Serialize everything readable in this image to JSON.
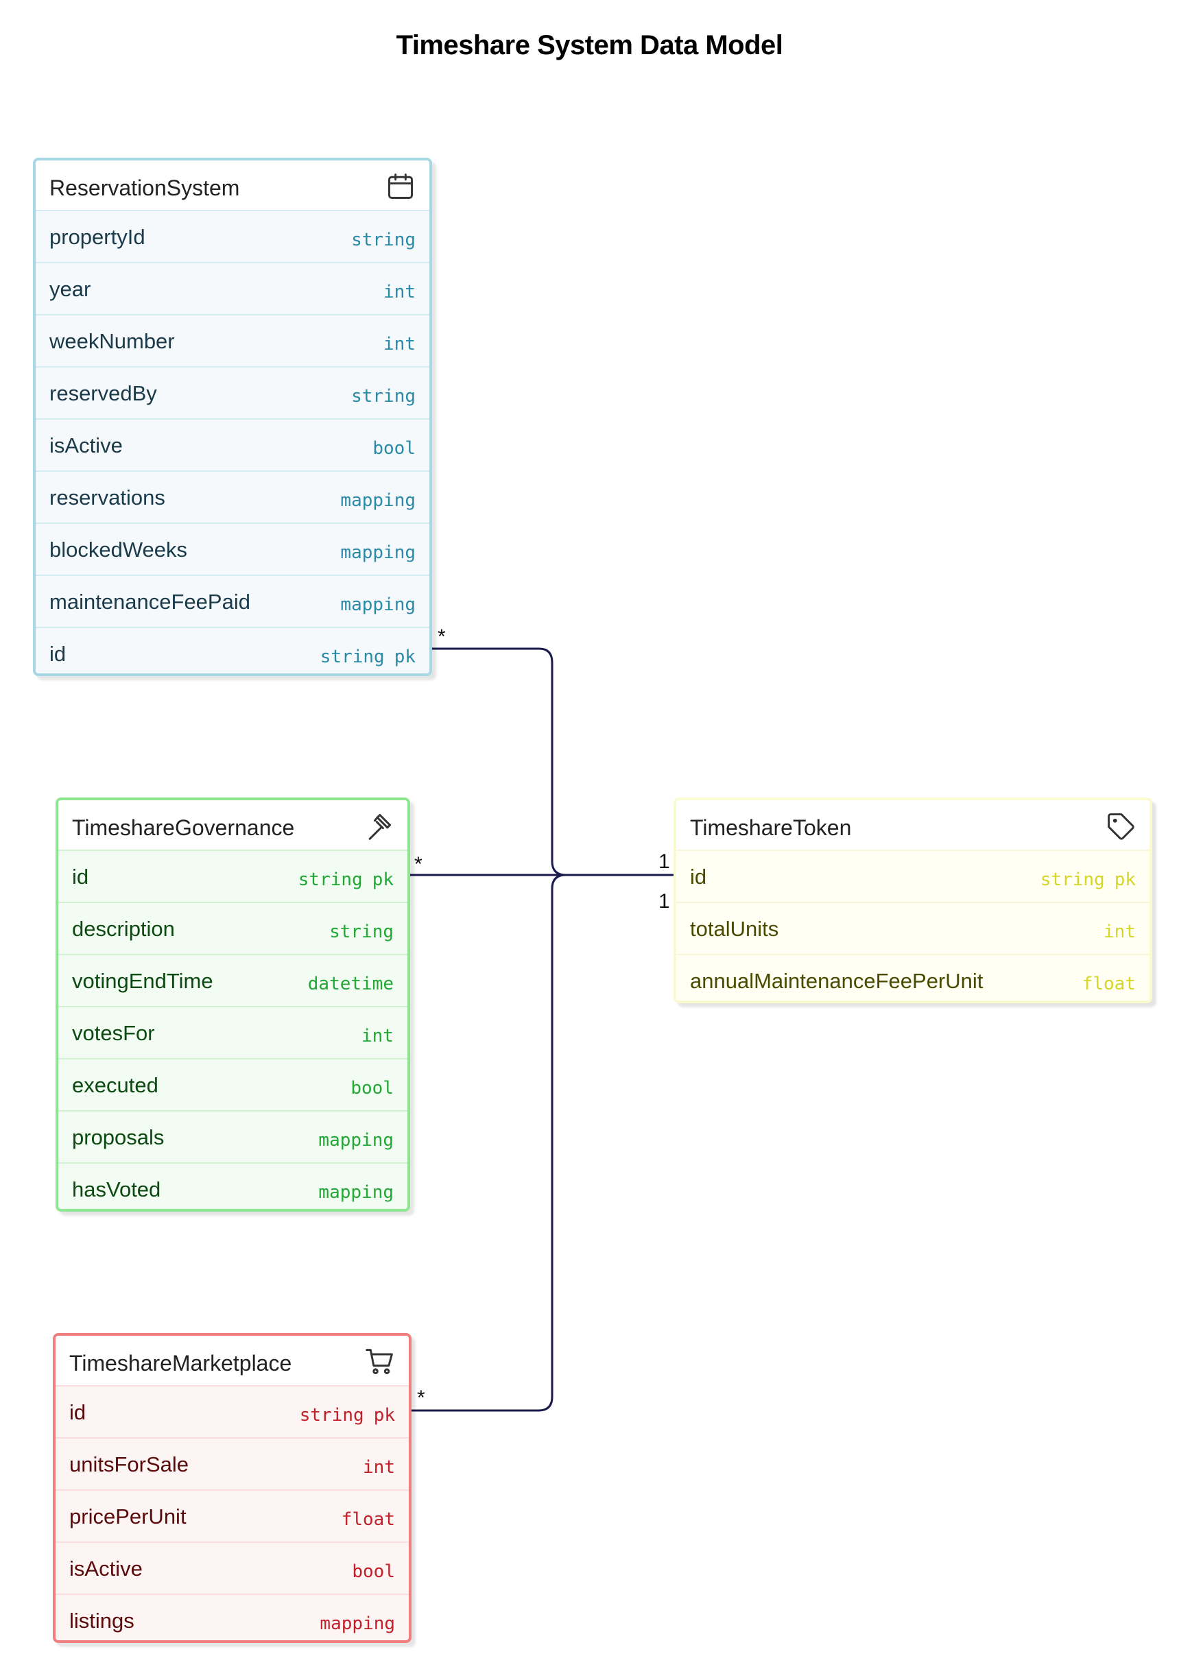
{
  "title": "Timeshare System Data Model",
  "colors": {
    "connector": "#1a1a4e",
    "blue": {
      "border": "#a8d8e6",
      "bg": "#f5f9fc",
      "divider": "#d6ecf3",
      "name": "#1a3a4a",
      "type": "#2a8aa8"
    },
    "green": {
      "border": "#90e690",
      "bg": "#f3fcf3",
      "divider": "#d2f2d2",
      "name": "#0d4a12",
      "type": "#22a834"
    },
    "yellow": {
      "border": "#fbfbd2",
      "bg": "#fffff3",
      "divider": "#f6f6d8",
      "name": "#4a4a00",
      "type": "#d6d62a"
    },
    "red": {
      "border": "#f08080",
      "bg": "#fdf4f4",
      "divider": "#f8dede",
      "name": "#5a0a0a",
      "type": "#c0202a"
    }
  },
  "entities": {
    "reservation": {
      "name": "ReservationSystem",
      "icon": "calendar-icon",
      "fields": [
        {
          "name": "propertyId",
          "type": "string",
          "pk": ""
        },
        {
          "name": "year",
          "type": "int",
          "pk": ""
        },
        {
          "name": "weekNumber",
          "type": "int",
          "pk": ""
        },
        {
          "name": "reservedBy",
          "type": "string",
          "pk": ""
        },
        {
          "name": "isActive",
          "type": "bool",
          "pk": ""
        },
        {
          "name": "reservations",
          "type": "mapping",
          "pk": ""
        },
        {
          "name": "blockedWeeks",
          "type": "mapping",
          "pk": ""
        },
        {
          "name": "maintenanceFeePaid",
          "type": "mapping",
          "pk": ""
        },
        {
          "name": "id",
          "type": "string",
          "pk": "pk"
        }
      ]
    },
    "governance": {
      "name": "TimeshareGovernance",
      "icon": "gavel-icon",
      "fields": [
        {
          "name": "id",
          "type": "string",
          "pk": "pk"
        },
        {
          "name": "description",
          "type": "string",
          "pk": ""
        },
        {
          "name": "votingEndTime",
          "type": "datetime",
          "pk": ""
        },
        {
          "name": "votesFor",
          "type": "int",
          "pk": ""
        },
        {
          "name": "executed",
          "type": "bool",
          "pk": ""
        },
        {
          "name": "proposals",
          "type": "mapping",
          "pk": ""
        },
        {
          "name": "hasVoted",
          "type": "mapping",
          "pk": ""
        }
      ]
    },
    "token": {
      "name": "TimeshareToken",
      "icon": "tag-icon",
      "fields": [
        {
          "name": "id",
          "type": "string",
          "pk": "pk"
        },
        {
          "name": "totalUnits",
          "type": "int",
          "pk": ""
        },
        {
          "name": "annualMaintenanceFeePerUnit",
          "type": "float",
          "pk": ""
        }
      ]
    },
    "marketplace": {
      "name": "TimeshareMarketplace",
      "icon": "cart-icon",
      "fields": [
        {
          "name": "id",
          "type": "string",
          "pk": "pk"
        },
        {
          "name": "unitsForSale",
          "type": "int",
          "pk": ""
        },
        {
          "name": "pricePerUnit",
          "type": "float",
          "pk": ""
        },
        {
          "name": "isActive",
          "type": "bool",
          "pk": ""
        },
        {
          "name": "listings",
          "type": "mapping",
          "pk": ""
        }
      ]
    }
  },
  "relationships": [
    {
      "from": "reservation",
      "to": "token",
      "from_card": "*",
      "to_card": "1"
    },
    {
      "from": "governance",
      "to": "token",
      "from_card": "*",
      "to_card": "1"
    },
    {
      "from": "marketplace",
      "to": "token",
      "from_card": "*",
      "to_card": "1"
    }
  ]
}
